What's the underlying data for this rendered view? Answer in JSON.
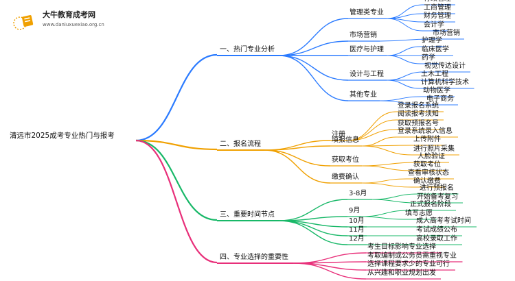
{
  "header": {
    "brand": "大牛教育成考网",
    "site": "www.daniuxuexiao.org.cn"
  },
  "root": "清远市2025成考专业热门与报考",
  "branches": [
    {
      "label": "一、热门专业分析",
      "color": "#2b7bff",
      "children": [
        {
          "label": "管理类专业",
          "children": [
            "行政管理",
            "工商管理",
            "财务管理",
            "会计学"
          ]
        },
        {
          "label": "市场营销",
          "children": [
            "市场营销"
          ]
        },
        {
          "label": "医疗与护理",
          "children": [
            "护理学",
            "临床医学",
            "药学"
          ]
        },
        {
          "label": "设计与工程",
          "children": [
            "视觉传达设计",
            "土木工程",
            "计算机科学技术"
          ]
        },
        {
          "label": "其他专业",
          "children": [
            "动物医学",
            "电子商务"
          ]
        }
      ]
    },
    {
      "label": "二、报名流程",
      "color": "#f0a000",
      "children": [
        {
          "label": "注册",
          "children": [
            "登录报名系统",
            "阅读报考须知",
            "获取预报名号"
          ]
        },
        {
          "label": "填报信息",
          "children": [
            "登录系统录入信息",
            "上传附件",
            "进行照片采集"
          ]
        },
        {
          "label": "获取考位",
          "children": [
            "人脸验证",
            "获取考位"
          ]
        },
        {
          "label": "缴费确认",
          "children": [
            "查看审核状态",
            "确认缴费"
          ]
        }
      ]
    },
    {
      "label": "三、重要时间节点",
      "color": "#18b868",
      "children": [
        {
          "label": "3-8月",
          "children": [
            "进行预报名",
            "开始备考复习"
          ]
        },
        {
          "label": "9月",
          "children": [
            "正式报名阶段",
            "填写志愿"
          ]
        },
        {
          "label": "10月",
          "children": [
            "成人高考考试时间"
          ]
        },
        {
          "label": "11月",
          "children": [
            "考试成绩公布"
          ]
        },
        {
          "label": "12月",
          "children": [
            "高校录取工作"
          ]
        }
      ]
    },
    {
      "label": "四、专业选择的重要性",
      "color": "#e8307a",
      "children": [
        {
          "label": "考生目标影响专业选择",
          "children": []
        },
        {
          "label": "考取编制或公务员需重视专业",
          "children": []
        },
        {
          "label": "选择课程要求少的专业可行",
          "children": []
        },
        {
          "label": "从兴趣和职业规划出发",
          "children": []
        }
      ]
    }
  ]
}
